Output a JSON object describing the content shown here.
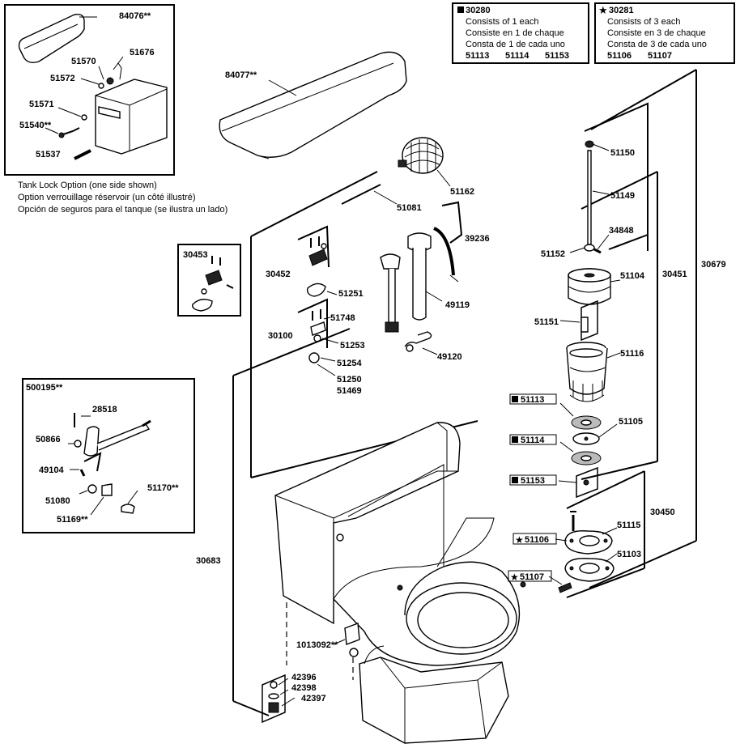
{
  "inset_tank_lock": {
    "labels": [
      "84076**",
      "51570",
      "51676",
      "51572",
      "51571",
      "51540**",
      "51537"
    ],
    "caption": [
      "Tank Lock Option (one side shown)",
      "Option verrouillage réservoir (un côté illustré)",
      "Opción de seguros para el tanque (se ilustra un lado)"
    ]
  },
  "legend_30280": {
    "code": "30280",
    "lines": [
      "Consists of 1 each",
      "Consiste en 1 de chaque",
      "Consta de 1 de cada uno"
    ],
    "parts": [
      "51113",
      "51114",
      "51153"
    ]
  },
  "legend_30281": {
    "code": "30281",
    "lines": [
      "Consists of 3 each",
      "Consiste en 3 de chaque",
      "Consta de 3 de cada uno"
    ],
    "parts": [
      "51106",
      "51107"
    ]
  },
  "inset_30453": {
    "label": "30453"
  },
  "inset_500195": {
    "title": "500195**",
    "labels": [
      "28518",
      "50866",
      "49104",
      "51080",
      "51170**",
      "51169**"
    ]
  },
  "callouts": {
    "lid": "84077**",
    "flapper_ball": "51162",
    "p51081": "51081",
    "p39236": "39236",
    "p30452": "30452",
    "p51251": "51251",
    "p51748": "51748",
    "p30100": "30100",
    "p51253": "51253",
    "p51254": "51254",
    "p51250": "51250",
    "p51469": "51469",
    "p49119": "49119",
    "p49120": "49120",
    "p30683": "30683",
    "p1013092": "1013092**",
    "p42396": "42396",
    "p42398": "42398",
    "p42397": "42397",
    "p51150": "51150",
    "p51149": "51149",
    "p34848": "34848",
    "p51152": "51152",
    "p51104": "51104",
    "p30451": "30451",
    "p30679": "30679",
    "p51151": "51151",
    "p51116": "51116",
    "p51113": "51113",
    "p51105": "51105",
    "p51114": "51114",
    "p51153": "51153",
    "p30450": "30450",
    "p51115": "51115",
    "p51106": "51106",
    "p51103": "51103",
    "p51107": "51107"
  }
}
